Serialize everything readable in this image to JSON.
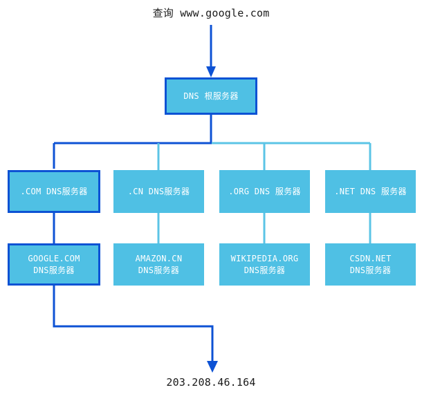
{
  "diagram": {
    "type": "tree",
    "title_text": "查询 www.google.com",
    "result_text": "203.208.46.164",
    "colors": {
      "node_fill": "#4fc0e4",
      "highlight_stroke": "#0d52d4",
      "normal_stroke": "#4fc0e4",
      "node_text": "#ffffff",
      "label_text": "#1a1a1a",
      "background": "#ffffff"
    },
    "root": {
      "label": "DNS  根服务器",
      "highlighted": true
    },
    "tld_nodes": [
      {
        "label": ".COM DNS服务器",
        "highlighted": true
      },
      {
        "label": ".CN DNS服务器",
        "highlighted": false
      },
      {
        "label": ".ORG DNS 服务器",
        "highlighted": false
      },
      {
        "label": ".NET DNS 服务器",
        "highlighted": false
      }
    ],
    "authoritative_nodes": [
      {
        "label": "GOOGLE.COM\nDNS服务器",
        "highlighted": true
      },
      {
        "label": "AMAZON.CN\nDNS服务器",
        "highlighted": false
      },
      {
        "label": "WIKIPEDIA.ORG\nDNS服务器",
        "highlighted": false
      },
      {
        "label": "CSDN.NET\nDNS服务器",
        "highlighted": false
      }
    ]
  }
}
